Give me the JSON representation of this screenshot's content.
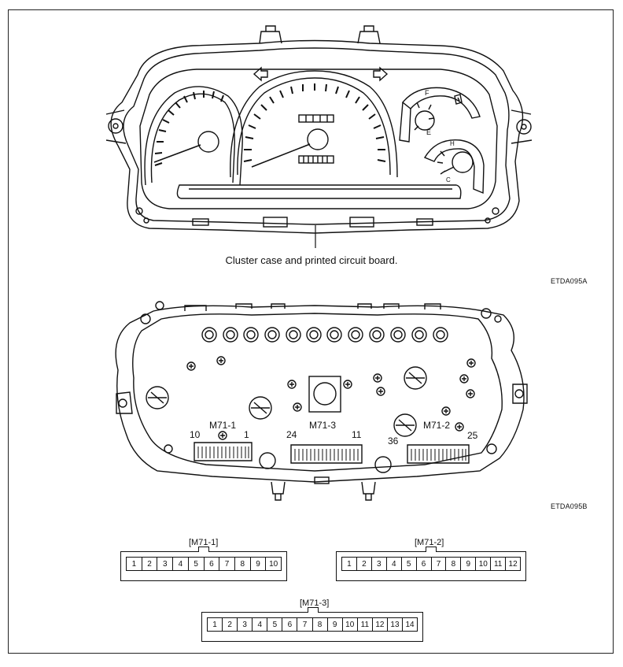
{
  "figure1": {
    "caption": "Cluster case and printed circuit board.",
    "code": "ETDA095A"
  },
  "figure2": {
    "code": "ETDA095B",
    "labels": {
      "m71_1": "M71-1",
      "m71_3": "M71-3",
      "m71_2": "M71-2",
      "n10": "10",
      "n1": "1",
      "n24": "24",
      "n11": "11",
      "n36": "36",
      "n25": "25"
    }
  },
  "connectors": [
    {
      "title": "[M71-1]",
      "pins": [
        "1",
        "2",
        "3",
        "4",
        "5",
        "6",
        "7",
        "8",
        "9",
        "10"
      ]
    },
    {
      "title": "[M71-2]",
      "pins": [
        "1",
        "2",
        "3",
        "4",
        "5",
        "6",
        "7",
        "8",
        "9",
        "10",
        "11",
        "12"
      ]
    },
    {
      "title": "[M71-3]",
      "pins": [
        "1",
        "2",
        "3",
        "4",
        "5",
        "6",
        "7",
        "8",
        "9",
        "10",
        "11",
        "12",
        "13",
        "14"
      ]
    }
  ]
}
